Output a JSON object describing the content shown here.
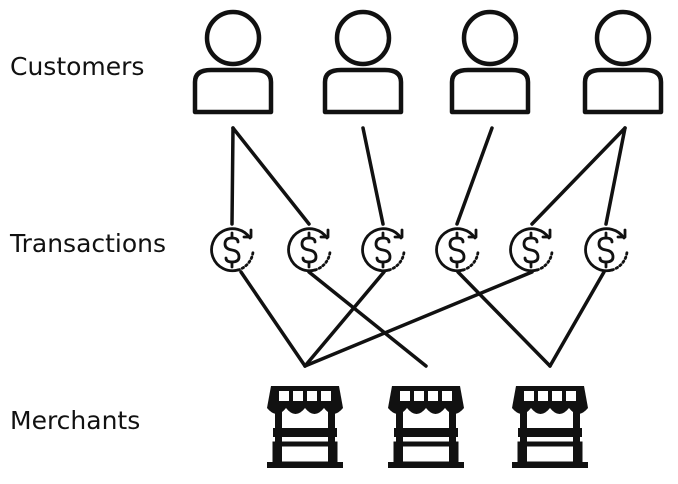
{
  "labels": {
    "customers": "Customers",
    "transactions": "Transactions",
    "merchants": "Merchants"
  },
  "icons": {
    "customer": "person-icon",
    "transaction": "dollar-cycle-icon",
    "merchant": "storefront-icon"
  },
  "colors": {
    "ink": "#111111",
    "background": "#ffffff"
  },
  "graph": {
    "customers": [
      1,
      2,
      3,
      4
    ],
    "transactions": [
      1,
      2,
      3,
      4,
      5,
      6
    ],
    "merchants": [
      1,
      2,
      3
    ],
    "customer_transaction_edges": [
      [
        1,
        1
      ],
      [
        1,
        2
      ],
      [
        2,
        3
      ],
      [
        3,
        4
      ],
      [
        4,
        5
      ],
      [
        4,
        6
      ]
    ],
    "transaction_merchant_edges": [
      [
        1,
        1
      ],
      [
        2,
        2
      ],
      [
        3,
        1
      ],
      [
        4,
        3
      ],
      [
        5,
        1
      ],
      [
        6,
        3
      ]
    ]
  }
}
